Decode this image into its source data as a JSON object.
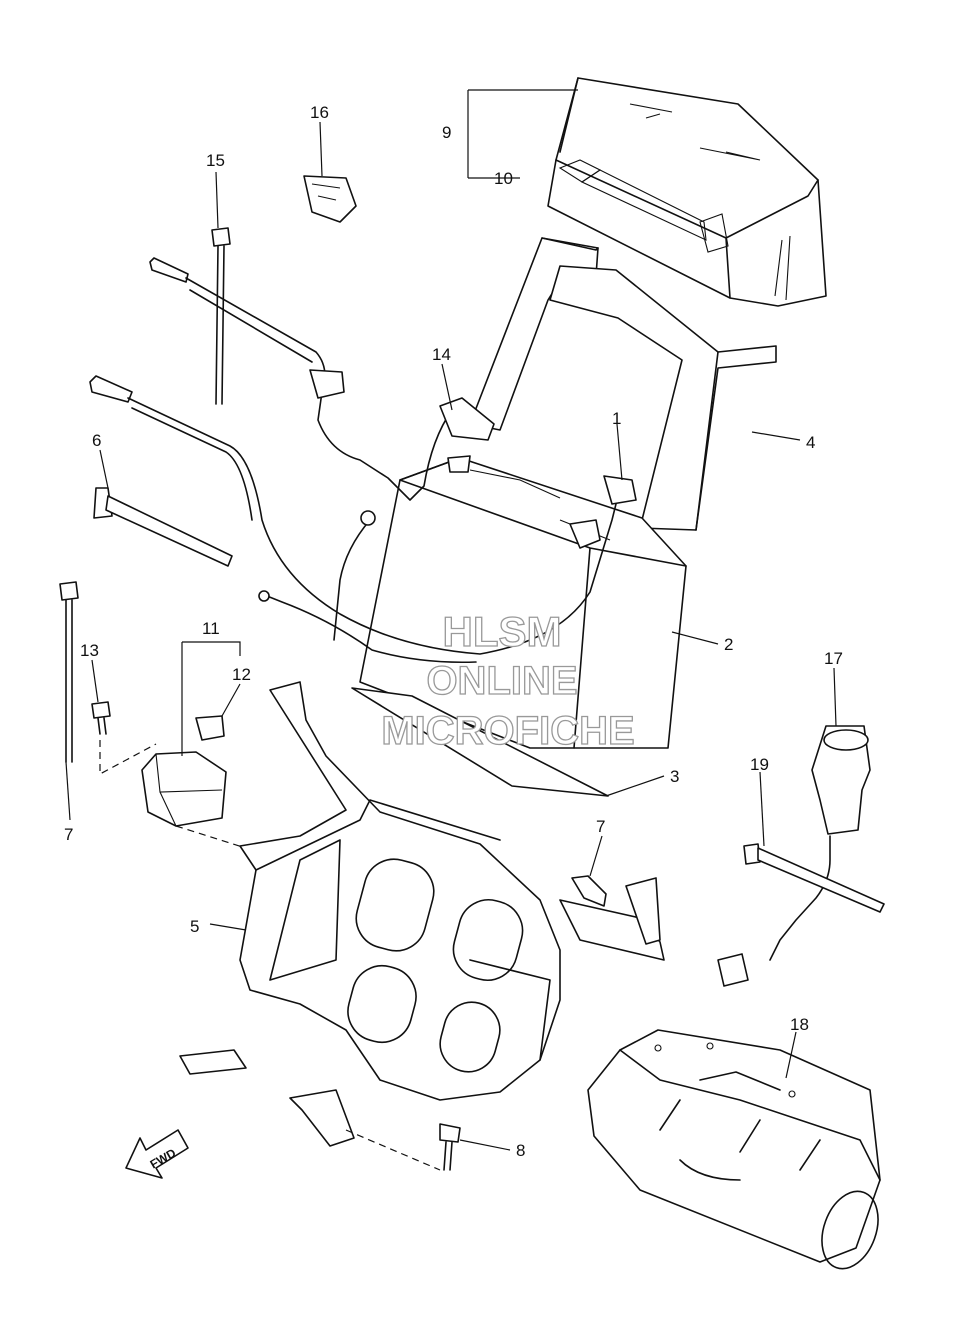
{
  "watermark": {
    "line1": "HLSM",
    "line2": "ONLINE",
    "line3": "MICROFICHE"
  },
  "fwd_arrow": {
    "label": "FWD"
  },
  "callouts": [
    {
      "id": "1",
      "name": "callout-1"
    },
    {
      "id": "2",
      "name": "callout-2"
    },
    {
      "id": "3",
      "name": "callout-3"
    },
    {
      "id": "4",
      "name": "callout-4"
    },
    {
      "id": "5",
      "name": "callout-5"
    },
    {
      "id": "6",
      "name": "callout-6"
    },
    {
      "id": "7",
      "name": "callout-7-left"
    },
    {
      "id": "7",
      "name": "callout-7-bolt"
    },
    {
      "id": "8",
      "name": "callout-8"
    },
    {
      "id": "9",
      "name": "callout-9"
    },
    {
      "id": "10",
      "name": "callout-10"
    },
    {
      "id": "11",
      "name": "callout-11"
    },
    {
      "id": "12",
      "name": "callout-12"
    },
    {
      "id": "13",
      "name": "callout-13"
    },
    {
      "id": "14",
      "name": "callout-14"
    },
    {
      "id": "15",
      "name": "callout-15"
    },
    {
      "id": "16",
      "name": "callout-16"
    },
    {
      "id": "17",
      "name": "callout-17"
    },
    {
      "id": "18",
      "name": "callout-18"
    },
    {
      "id": "19",
      "name": "callout-19"
    }
  ]
}
